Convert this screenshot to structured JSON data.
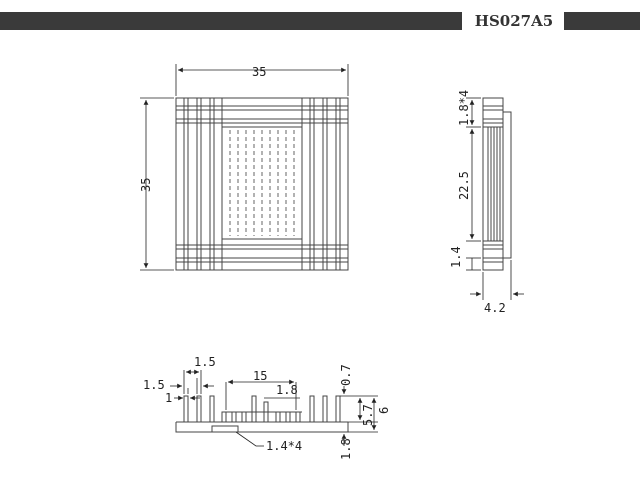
{
  "header": {
    "part_number": "HS027A5"
  },
  "top_view": {
    "width_label": "35",
    "height_label": "35"
  },
  "side_view": {
    "top_label": "1.8*4",
    "middle_label": "22.5",
    "bottom_label": "1.4",
    "thickness_label": "4.2"
  },
  "front_view": {
    "fin_label": "1.5",
    "pitch_label": "1.5",
    "gap_label": "1",
    "groove_width_label": "15",
    "groove_depth_label": "1.8",
    "top_offset_label": "0.7",
    "fin_height_label": "5.7",
    "total_height_label": "6",
    "base_label": "1.8",
    "slot_label": "1.4*4"
  }
}
